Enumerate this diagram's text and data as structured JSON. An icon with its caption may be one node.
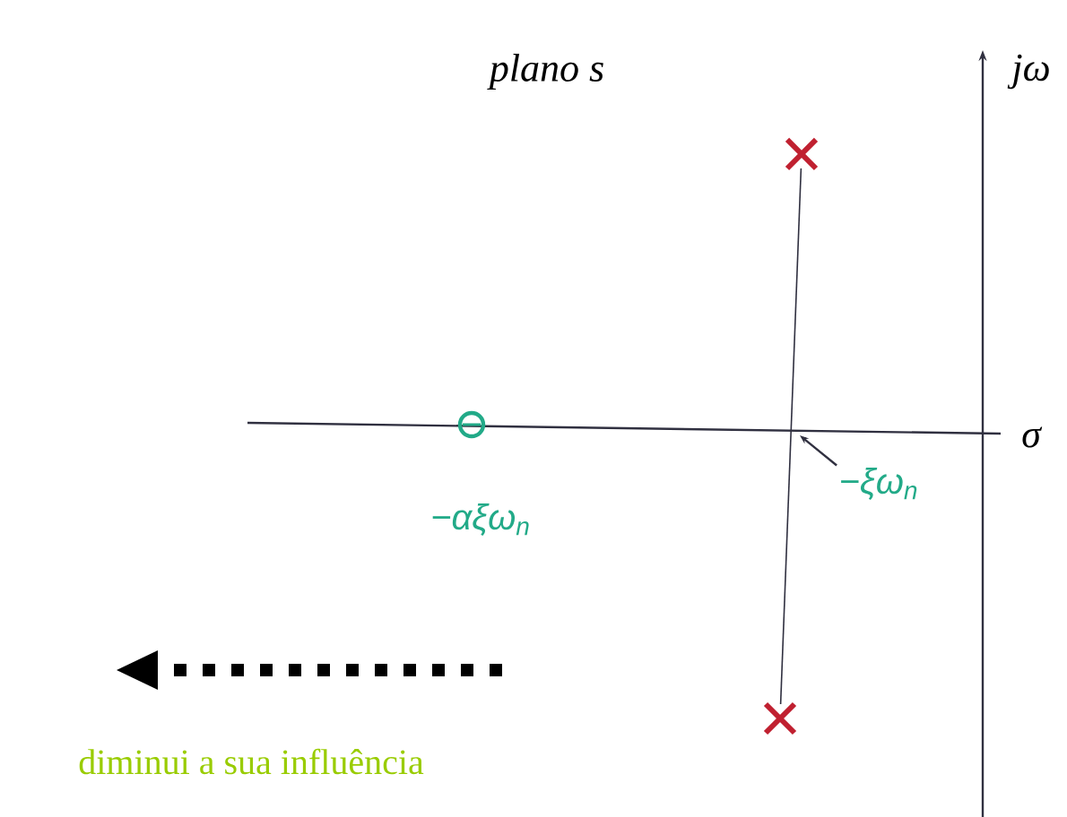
{
  "diagram": {
    "nodes": [
      {
        "text": [],
        "shape": "cross"
      },
      {
        "text": [],
        "shape": "cross"
      },
      {
        "text": [
          "−ξω$_{n}$"
        ]
      }
    ],
    "edges": [
      {
        "from": 0,
        "to": 1,
        "arrow": "none"
      },
      {
        "from": 2,
        "to": null,
        "arrow": "to"
      }
    ],
    "labels": [
      "plano s",
      "jω",
      "σ",
      "−αξω$_{n}$",
      "diminui a sua influência"
    ]
  }
}
